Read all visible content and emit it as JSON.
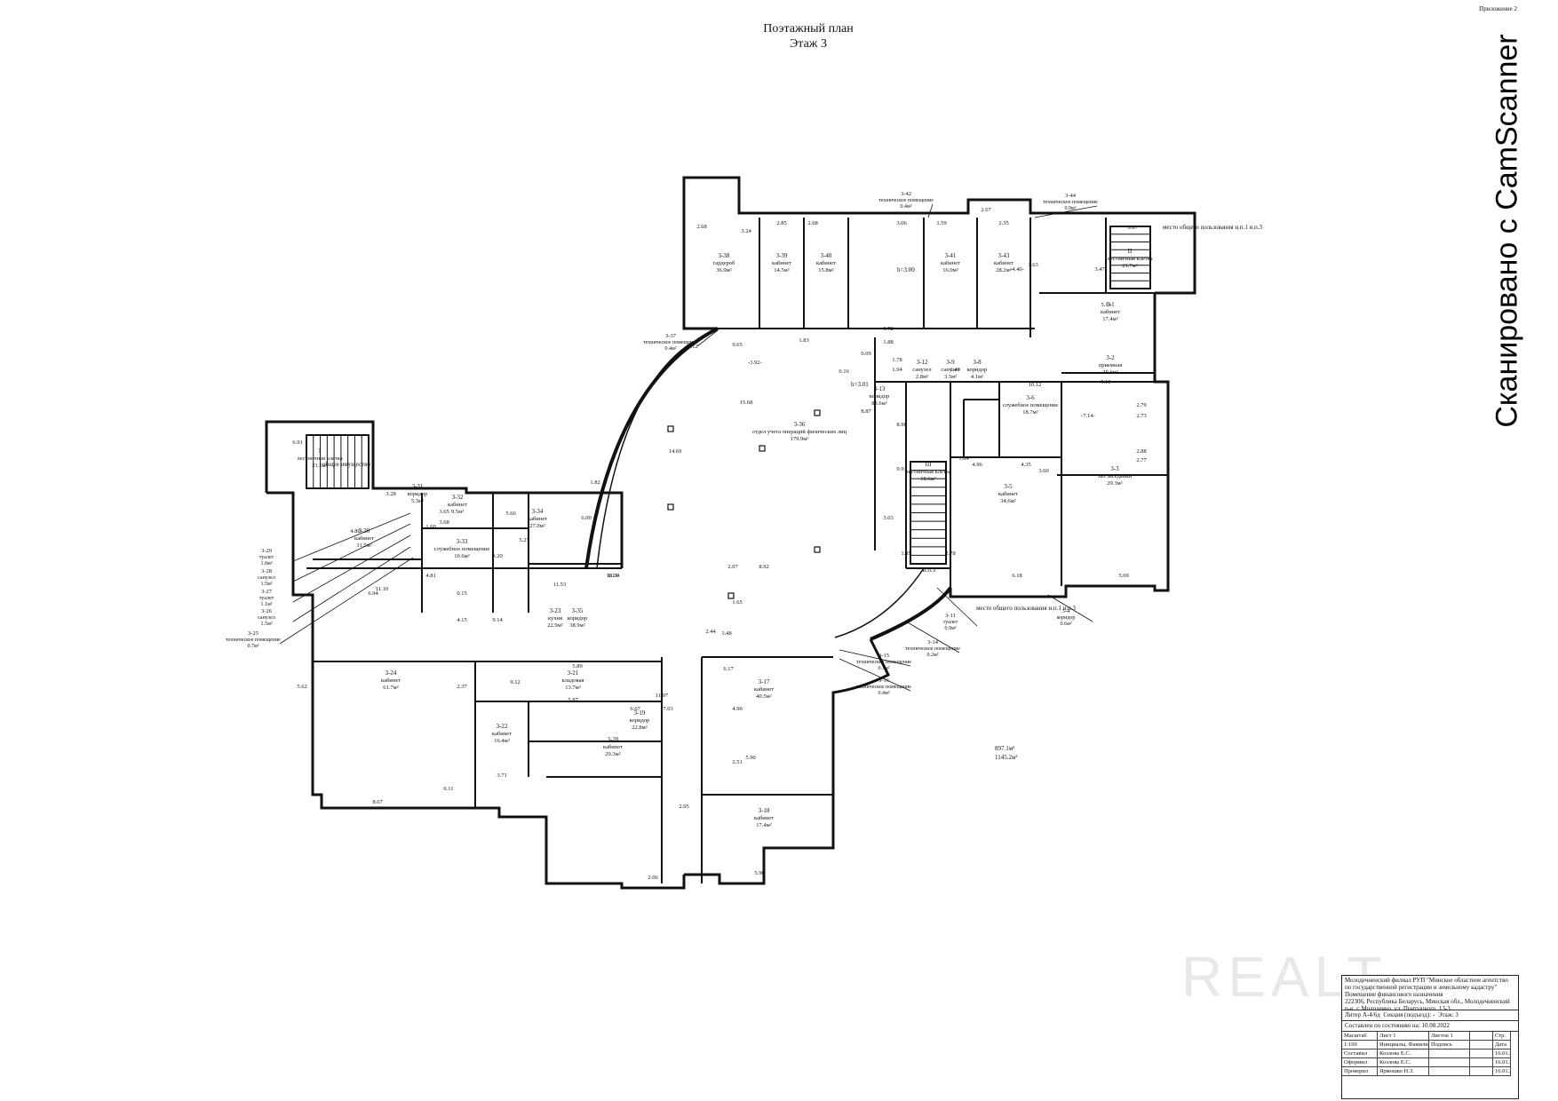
{
  "sheet": {
    "corner_note": "Приложение 2",
    "title_line1": "Поэтажный план",
    "title_line2": "Этаж 3",
    "scanner_caption": "Сканировано с CamScanner",
    "watermark": "REALT"
  },
  "rooms": [
    {
      "id": "3-38",
      "name": "гардероб",
      "area": "36.9м²"
    },
    {
      "id": "3-39",
      "name": "кабинет",
      "area": "14.5м²"
    },
    {
      "id": "3-40",
      "name": "кабинет",
      "area": "15.8м²"
    },
    {
      "id": "3-41",
      "name": "кабинет",
      "area": "16.0м²"
    },
    {
      "id": "3-43",
      "name": "кабинет",
      "area": "28.2м²"
    },
    {
      "id": "II",
      "name": "лестничная клетка",
      "area": "21.7м²"
    },
    {
      "id": "3-1",
      "name": "кабинет",
      "area": "17.4м²"
    },
    {
      "id": "3-2",
      "name": "приемная",
      "area": "25.6м²"
    },
    {
      "id": "3-3",
      "name": "зал заседаний",
      "area": "29.3м²"
    },
    {
      "id": "3-5",
      "name": "кабинет",
      "area": "34.6м²"
    },
    {
      "id": "3-6",
      "name": "служебное помещение",
      "area": "18.7м²"
    },
    {
      "id": "3-8",
      "name": "коридор",
      "area": "4.1м²"
    },
    {
      "id": "3-9",
      "name": "санузел",
      "area": "3.3м²"
    },
    {
      "id": "3-12",
      "name": "санузел",
      "area": "2.8м²"
    },
    {
      "id": "3-13",
      "name": "коридор",
      "area": "83.6м²"
    },
    {
      "id": "III",
      "name": "лестничная клетка",
      "area": "18.6м²"
    },
    {
      "id": "3-36",
      "name": "отдел учета операций физических лиц",
      "area": "179.9м²"
    },
    {
      "id": "I",
      "name": "лестничная клетка",
      "area": "21.5м²"
    },
    {
      "id": "3-31",
      "name": "коридор",
      "area": "5.3м²"
    },
    {
      "id": "3-32",
      "name": "кабинет",
      "area": "9.5м²"
    },
    {
      "id": "3-33",
      "name": "служебное помещение",
      "area": "10.6м²"
    },
    {
      "id": "3-34",
      "name": "кабинет",
      "area": "27.0м²"
    },
    {
      "id": "3-30",
      "name": "кабинет",
      "area": "31.5м²"
    },
    {
      "id": "3-35",
      "name": "коридор",
      "area": "38.9м²"
    },
    {
      "id": "3-23",
      "name": "кухня",
      "area": "22.9м²"
    },
    {
      "id": "3-24",
      "name": "кабинет",
      "area": "61.7м²"
    },
    {
      "id": "3-21",
      "name": "кладовая",
      "area": "13.7м²"
    },
    {
      "id": "3-22",
      "name": "кабинет",
      "area": "16.4м²"
    },
    {
      "id": "3-20",
      "name": "кабинет",
      "area": "29.3м²"
    },
    {
      "id": "3-19",
      "name": "коридор",
      "area": "22.8м²"
    },
    {
      "id": "3-17",
      "name": "кабинет",
      "area": "40.5м²"
    },
    {
      "id": "3-18",
      "name": "кабинет",
      "area": "17.4м²"
    }
  ],
  "callouts": [
    {
      "id": "3-42",
      "name": "техническое помещение",
      "area": "0.4м²"
    },
    {
      "id": "3-44",
      "name": "техническое помещение",
      "area": "0.9м²"
    },
    {
      "id": "3-37",
      "name": "техническое помещение",
      "area": "0.4м²"
    },
    {
      "id": "3-29",
      "name": "туалет",
      "area": "1.0м²"
    },
    {
      "id": "3-28",
      "name": "санузел",
      "area": "1.5м²"
    },
    {
      "id": "3-27",
      "name": "туалет",
      "area": "1.1м²"
    },
    {
      "id": "3-26",
      "name": "санузел",
      "area": "1.5м²"
    },
    {
      "id": "3-25",
      "name": "техническое помещение",
      "area": "0.7м²"
    },
    {
      "id": "3-15",
      "name": "техническое помещение",
      "area": "0.3м²"
    },
    {
      "id": "3-16",
      "name": "техническое помещение",
      "area": "0.4м²"
    },
    {
      "id": "3-11",
      "name": "туалет",
      "area": "0.9м²"
    },
    {
      "id": "3-14",
      "name": "техническое помещение",
      "area": "0.2м²"
    },
    {
      "id": "3-4",
      "name": "коридор",
      "area": "0.6м²"
    }
  ],
  "notes": {
    "common_top": "место общего пользования и.п.1 и.п.3",
    "common_bottom": "место общего пользования и.п.1 и.п.3",
    "common_left": "общее имущество",
    "ip3": "и.п.3",
    "total1": "897.1м²",
    "total2": "1145.2м²",
    "h1": "h=3.00",
    "h2": "h=3.01"
  },
  "dimensions": [
    "2.68",
    "3.24",
    "2.85",
    "2.68",
    "3.06",
    "1.59",
    "2.35",
    "2.67",
    "9.65",
    "9.72",
    "1.83",
    "1.88",
    "5.13",
    "6.87",
    "3.47",
    "10.12",
    "2.73",
    "2.79",
    "2.77",
    "2.88",
    "4.96",
    "6.18",
    "5.69",
    "8.92",
    "18.34",
    "11.53",
    "6.94",
    "4.80",
    "6.91",
    "3.28",
    "3.65",
    "3.68",
    "3.20",
    "5.27",
    "9.14",
    "5.89",
    "5.87",
    "8.67",
    "3.71",
    "6.17",
    "5.90",
    "5.90",
    "2.06",
    "15.68",
    "14.69",
    "8.87",
    "8.98",
    "9.91",
    "3.03",
    "1.85",
    "2.78",
    "1.94",
    "1.78",
    "1.49",
    "4.35",
    "3.60",
    "1.84",
    "-3.92-",
    "-4.40-",
    "-5.10-",
    "-7.14-",
    "0.12",
    "0.11",
    "0.13",
    "0.15",
    "0.16",
    "0.09",
    "11.10",
    "11.07",
    "6.67",
    "7.03",
    "4.90",
    "2.95",
    "2.51",
    "4.15",
    "2.37",
    "9.12",
    "5.62",
    "1.63",
    "1.60",
    "4.81",
    "5.66",
    "6.00",
    "1.82",
    "2.07",
    "1.65",
    "3.48",
    "2.44"
  ],
  "stamp": {
    "org_line1": "Молодечненский филиал РУП \"Минское областное агентство",
    "org_line2": "по государственной регистрации и земельному кадастру\"",
    "org_line3": "Помещение финансового назначения",
    "org_line4": "222306, Республика Беларусь, Минская обл., Молодечненский р-н, г. Молодечно, ул. Притыцкого, 13-3",
    "litera": "Литер А-4/6д",
    "section": "Секция (подъезд): -",
    "floor": "Этаж: 3",
    "compiled": "Составлен по состоянию на: 10.08.2022",
    "scale_label": "Масштаб",
    "sheet_label": "Лист 1",
    "sheets_label": "Листов 1",
    "page_label": "Стр.",
    "scale_value": "1:100",
    "col_names": "Инициалы, Фамилия",
    "col_sign": "Подпись",
    "col_date": "Дата",
    "r1_role": "Составил",
    "r1_name": "Козлова Е.С.",
    "r1_date": "16.01.2",
    "r2_role": "Оформил",
    "r2_name": "Козлова Е.С.",
    "r2_date": "16.01.2",
    "r3_role": "Проверил",
    "r3_name": "Ярмошко Н.З.",
    "r3_date": "16.01.2"
  }
}
